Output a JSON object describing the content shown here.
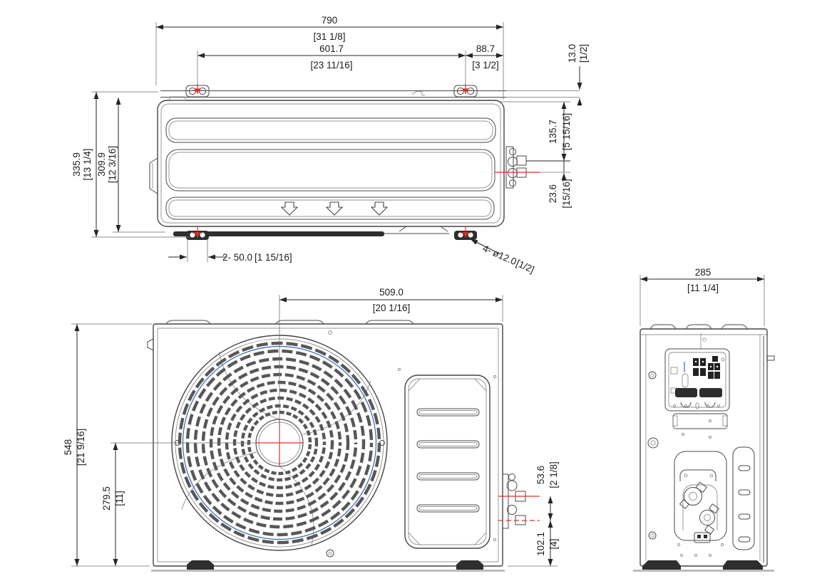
{
  "document": {
    "kind": "outdoor-unit-dimensional-drawing",
    "views": [
      "top",
      "front",
      "right-side"
    ],
    "units_format": "mm [inch]"
  },
  "colors": {
    "line": "#444444",
    "dimension": "#262626",
    "centerline_red": "#e03127",
    "grille_blue": "#3f63a8",
    "background": "#ffffff"
  },
  "dims": {
    "top": {
      "overall_width": {
        "mm": "790",
        "in": "[31 1/8]"
      },
      "feet_spacing": {
        "mm": "601.7",
        "in": "[23 11/16]"
      },
      "foot_to_side": {
        "mm": "88.7",
        "in": "[3 1/2]"
      },
      "back_offset": {
        "mm": "13.0",
        "in": "[1/2]"
      },
      "overall_depth": {
        "mm": "335.9",
        "in": "[13 1/4]"
      },
      "body_depth": {
        "mm": "309.9",
        "in": "[12 3/16]"
      },
      "valve_from_back": {
        "mm": "135.7",
        "in": "[5 15/16]"
      },
      "valve_offset": {
        "mm": "23.6",
        "in": "[15/16]"
      },
      "foot_slot": {
        "mm": "2- 50.0",
        "in": "[1 15/16]"
      },
      "mounting_holes": {
        "mm": "4- ø12.0",
        "in": "[1/2]"
      }
    },
    "front": {
      "fan_center_to_right": {
        "mm": "509.0",
        "in": "[20 1/16]"
      },
      "overall_height": {
        "mm": "548",
        "in": "[21 9/16]"
      },
      "fan_center_height": {
        "mm": "279.5",
        "in": "[11]"
      },
      "valve_spacing": {
        "mm": "53.6",
        "in": "[2 1/8]"
      },
      "liquid_valve_height": {
        "mm": "102.1",
        "in": "[4]"
      }
    },
    "side": {
      "overall_depth": {
        "mm": "285",
        "in": "[11 1/4]"
      }
    }
  }
}
